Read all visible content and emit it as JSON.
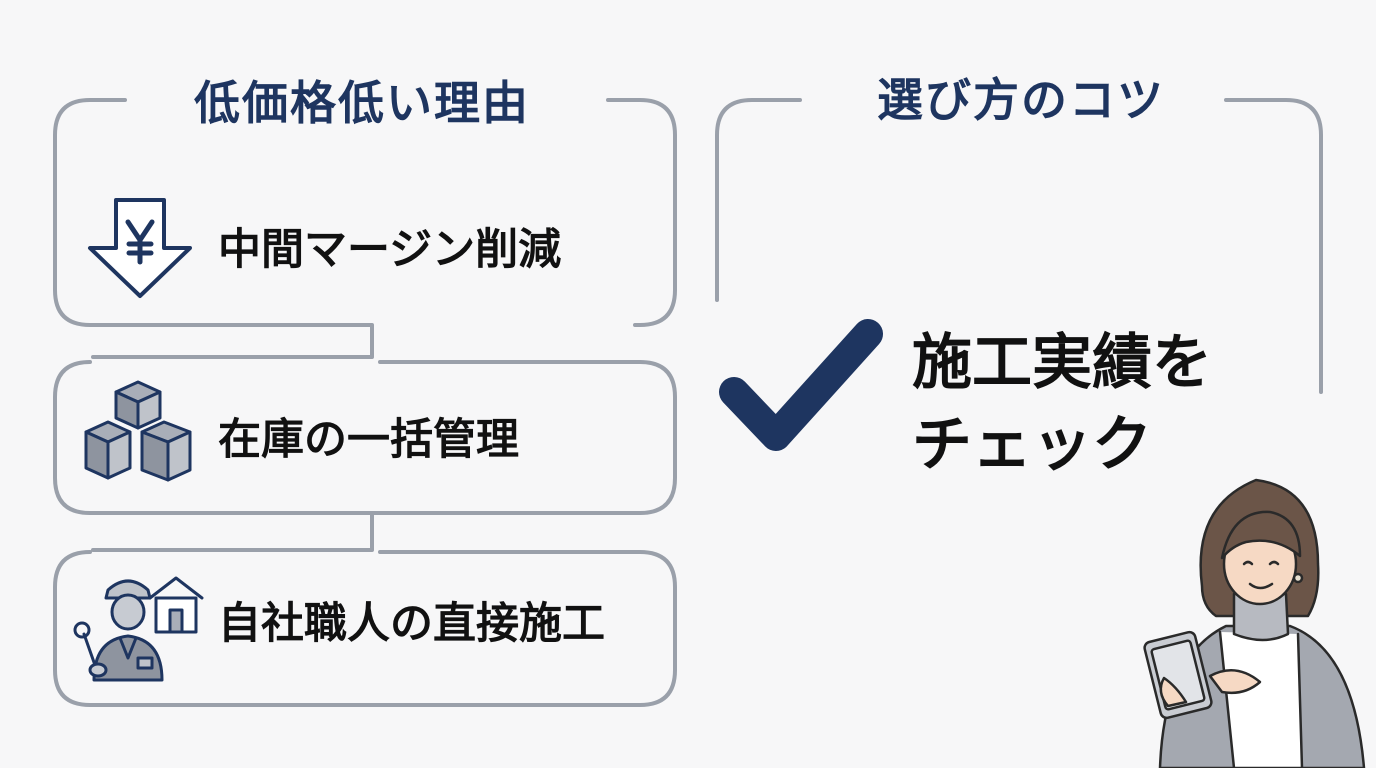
{
  "reasons_panel": {
    "heading": "低価格低い理由",
    "items": [
      {
        "label": "中間マージン削減",
        "icon": "yen-down-arrow-icon"
      },
      {
        "label": "在庫の一括管理",
        "icon": "stacked-boxes-icon"
      },
      {
        "label": "自社職人の直接施工",
        "icon": "construction-worker-house-icon"
      }
    ]
  },
  "tips_panel": {
    "heading": "選び方のコツ",
    "tip_line1": "施工実績を",
    "tip_line2": "チェック",
    "icon": "checkmark-icon"
  },
  "illustration": {
    "icon": "woman-with-tablet-illustration"
  },
  "colors": {
    "navy": "#1e3560",
    "frame_gray": "#9aa0aa",
    "text": "#111111",
    "background": "#f7f7f8"
  }
}
